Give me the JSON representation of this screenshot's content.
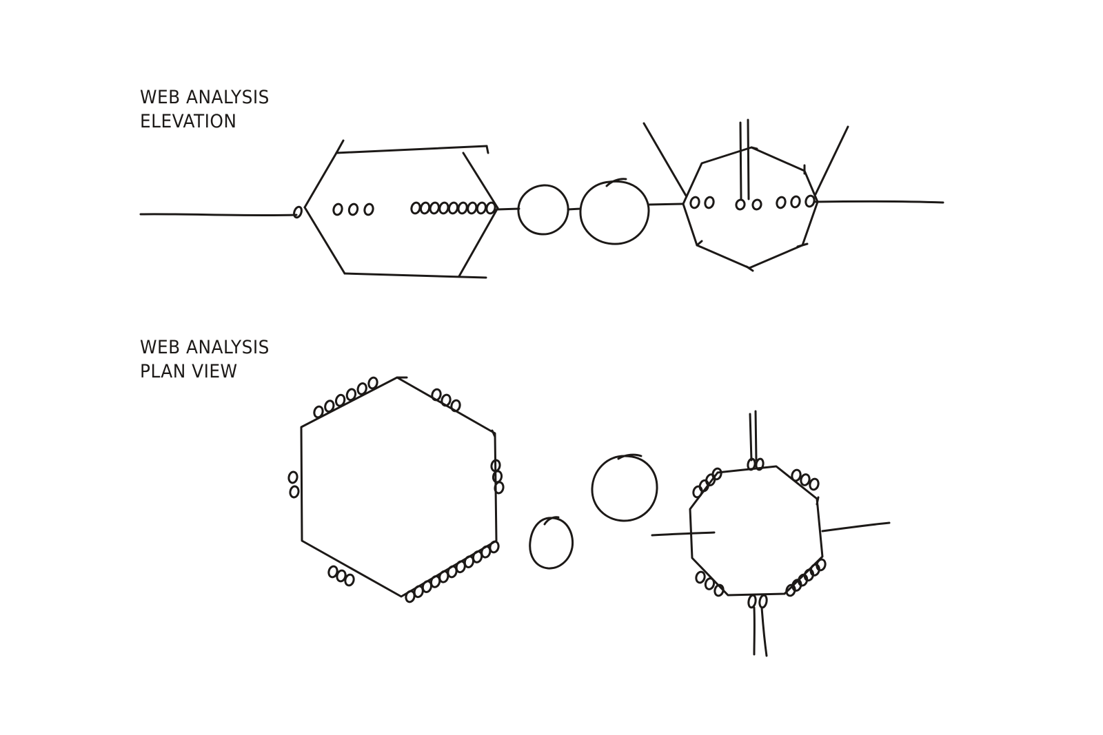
{
  "captions": {
    "elevation": {
      "line1": "WEB ANALYSIS",
      "line2": "ELEVATION"
    },
    "plan": {
      "line1": "WEB ANALYSIS",
      "line2": "PLAN VIEW"
    }
  },
  "colors": {
    "paper": "#ffffff",
    "ink": "#1c1917"
  }
}
